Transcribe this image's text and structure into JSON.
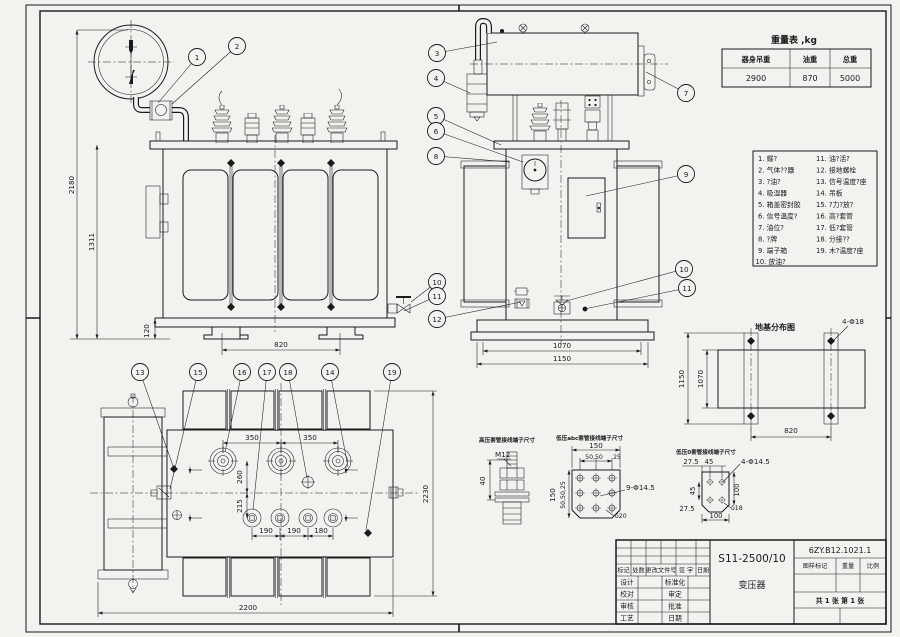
{
  "weight_table": {
    "title": "重量表 ,kg",
    "headers": [
      "器身吊重",
      "油重",
      "总重"
    ],
    "values": [
      "2900",
      "870",
      "5000"
    ]
  },
  "parts_list": {
    "left": [
      "1. 蝶?",
      "2. 气体??器",
      "3. ?油?",
      "4. 吸湿器",
      "5. 箱盖密封胶",
      "6. 信号温度?",
      "7. 油位?",
      "8. ?牌",
      "9. 端子箱",
      "10. 放油?"
    ],
    "right": [
      "11. 油?活?",
      "12. 接地螺栓",
      "13. 信号温度?座",
      "14. 吊板",
      "15. ?力?放?",
      "16. 高?套管",
      "17. 低?套管",
      "18. 分接??",
      "19. 木?温度?座"
    ]
  },
  "front_view": {
    "dims": {
      "total_height": "2180",
      "body_height": "1311",
      "base_height": "120",
      "foot_span": "820"
    }
  },
  "side_view": {
    "dims": {
      "foot_span": "1070",
      "base_width": "1150"
    }
  },
  "plan_view": {
    "dims": {
      "hv_pitch_1": "350",
      "hv_pitch_2": "350",
      "hv_offset": "260",
      "lv_offset": "215",
      "lv_pitch_1": "190",
      "lv_pitch_2": "190",
      "lv_pitch_3": "180",
      "overall_length": "2200",
      "overall_width": "2230"
    }
  },
  "foundation_plan": {
    "title": "地基分布图",
    "anchor_holes": "4-Φ18",
    "dims": {
      "pad_length": "1150",
      "slab_length": "1070",
      "pad_spacing": "820"
    }
  },
  "details": {
    "hv": {
      "title": "高压套管接线端子尺寸",
      "thread": "M12",
      "stud_height": "40"
    },
    "lv_abc": {
      "title": "低压abc套管接线端子尺寸",
      "width": "150",
      "pitch_h": "50,50",
      "pitch_h2": "25",
      "height": "150",
      "pitch_v": "50,50,25",
      "holes": "9-Φ14.5",
      "thickness": "δ20"
    },
    "lv_o": {
      "title": "低压0套管接线端子尺寸",
      "off_h": "27.5",
      "pitch_h": "45",
      "holes": "4-Φ14.5",
      "pitch_v": "45",
      "off_v": "27.5",
      "height": "100",
      "width": "100",
      "thickness": "δ18"
    }
  },
  "title_block": {
    "model": "S11-2500/10",
    "product": "变压器",
    "drawing_no": "6ZY.B12.1021.1",
    "stamp_headers": [
      "图样标记",
      "重量",
      "比例"
    ],
    "sheet_text": "共 1 张  第 1 张",
    "rev_headers": [
      "标记",
      "处数",
      "更改文件号",
      "签  字",
      "日期"
    ],
    "sign_left": [
      "设计",
      "校对",
      "审核",
      "工艺"
    ],
    "sign_right": [
      "标准化",
      "审定",
      "批准",
      "日期"
    ]
  },
  "callouts": {
    "c1": "1",
    "c2": "2",
    "c3": "3",
    "c4": "4",
    "c5": "5",
    "c6": "6",
    "c7": "7",
    "c8": "8",
    "c9": "9",
    "c10": "10",
    "c11": "11",
    "c12": "12",
    "c13": "13",
    "c14": "14",
    "c15": "15",
    "c16": "16",
    "c17": "17",
    "c18": "18",
    "c19": "19"
  }
}
